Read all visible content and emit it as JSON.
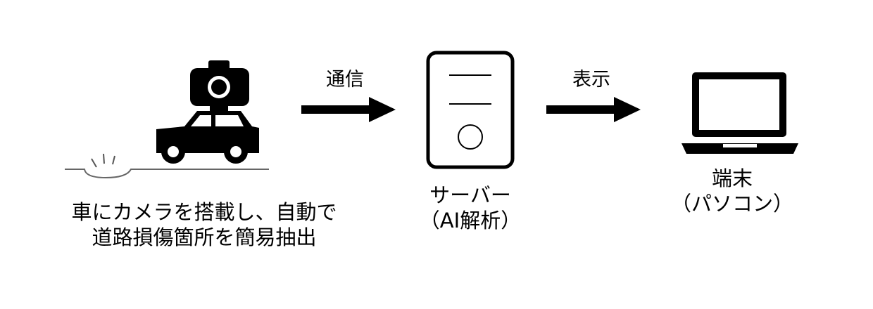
{
  "nodes": {
    "car": {
      "caption_line1": "車にカメラを搭載し、自動で",
      "caption_line2": "道路損傷箇所を簡易抽出"
    },
    "server": {
      "caption_line1": "サーバー",
      "caption_line2": "（AI解析）"
    },
    "pc": {
      "caption_line1": "端末",
      "caption_line2": "（パソコン）"
    }
  },
  "edges": [
    {
      "from": "car",
      "to": "server",
      "label": "通信"
    },
    {
      "from": "server",
      "to": "pc",
      "label": "表示"
    }
  ],
  "colors": {
    "ink": "#000000",
    "background": "#ffffff",
    "road_line": "#666666"
  },
  "icons": [
    "camera-icon",
    "car-icon",
    "pothole-icon",
    "server-icon",
    "laptop-icon",
    "arrow-right-icon"
  ]
}
